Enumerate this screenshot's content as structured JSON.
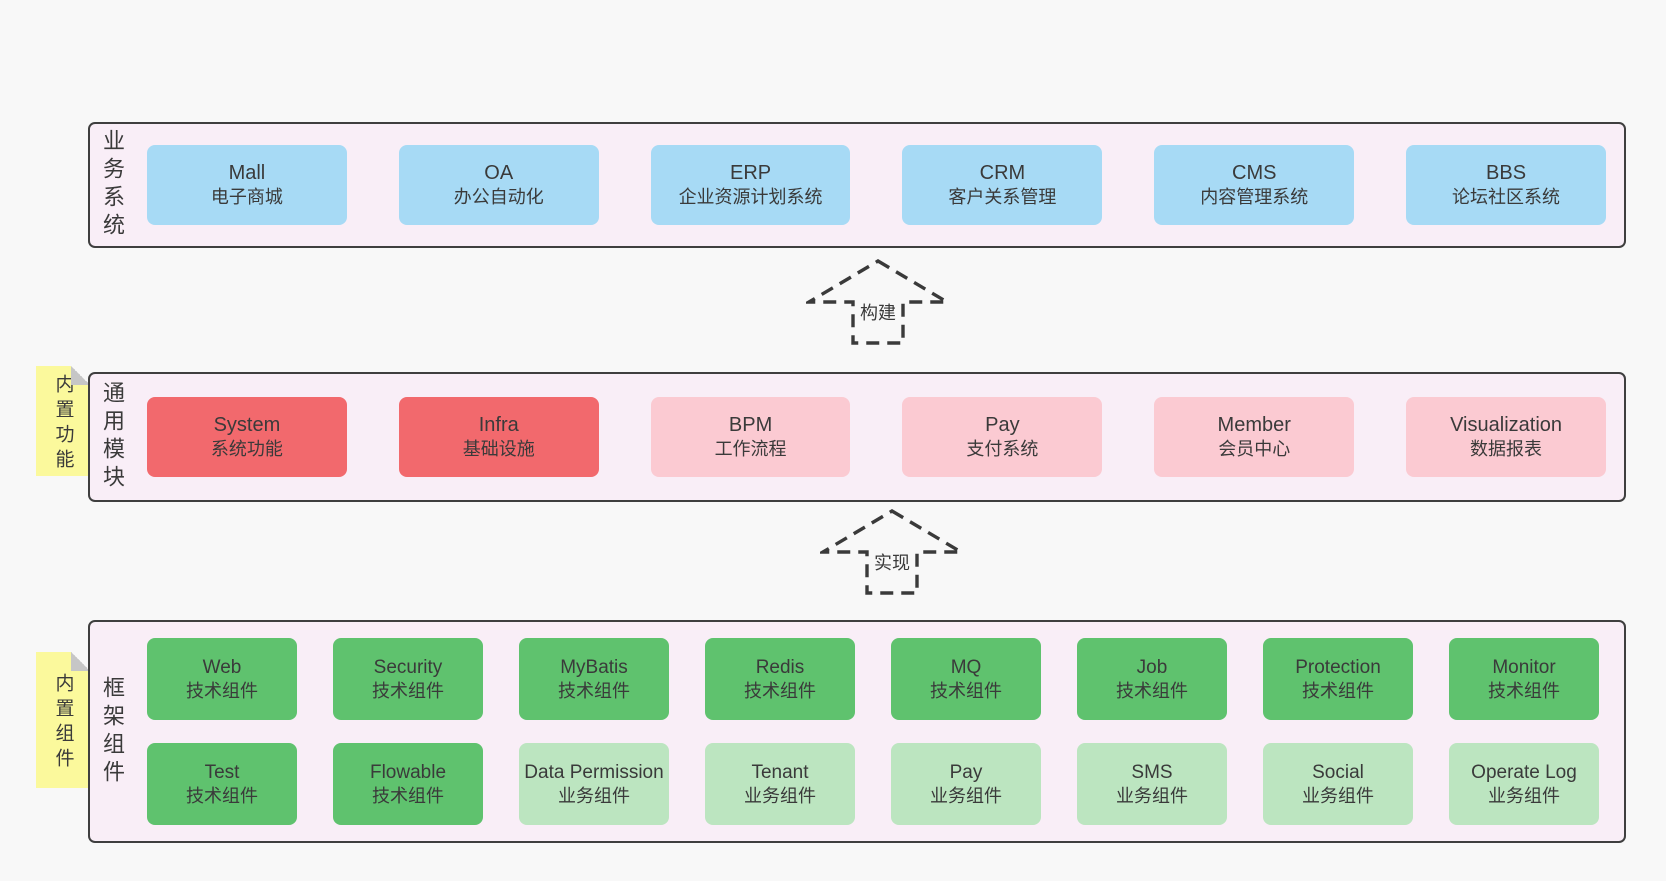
{
  "colors": {
    "page_bg": "#f8f8f8",
    "section_bg": "#f9eef7",
    "section_border": "#3f3f3f",
    "blue": "#a7daf5",
    "red": "#f2696d",
    "pink": "#fbcad2",
    "green": "#5fc26e",
    "light_green": "#bce5c0",
    "sticky_yellow": "#fbf99c",
    "sticky_fold_gray": "#c6c6c6",
    "text": "#3a3a3a"
  },
  "arrows": [
    {
      "label": "构建"
    },
    {
      "label": "实现"
    }
  ],
  "sections": [
    {
      "side_label": "业务系统",
      "sticky": "",
      "rows": [
        [
          {
            "title": "Mall",
            "subtitle": "电子商城",
            "variant": "blue"
          },
          {
            "title": "OA",
            "subtitle": "办公自动化",
            "variant": "blue"
          },
          {
            "title": "ERP",
            "subtitle": "企业资源计划系统",
            "variant": "blue"
          },
          {
            "title": "CRM",
            "subtitle": "客户关系管理",
            "variant": "blue"
          },
          {
            "title": "CMS",
            "subtitle": "内容管理系统",
            "variant": "blue"
          },
          {
            "title": "BBS",
            "subtitle": "论坛社区系统",
            "variant": "blue"
          }
        ]
      ]
    },
    {
      "side_label": "通用模块",
      "sticky": "内置功能",
      "rows": [
        [
          {
            "title": "System",
            "subtitle": "系统功能",
            "variant": "red"
          },
          {
            "title": "Infra",
            "subtitle": "基础设施",
            "variant": "red"
          },
          {
            "title": "BPM",
            "subtitle": "工作流程",
            "variant": "pink"
          },
          {
            "title": "Pay",
            "subtitle": "支付系统",
            "variant": "pink"
          },
          {
            "title": "Member",
            "subtitle": "会员中心",
            "variant": "pink"
          },
          {
            "title": "Visualization",
            "subtitle": "数据报表",
            "variant": "pink"
          }
        ]
      ]
    },
    {
      "side_label": "框架组件",
      "sticky": "内置组件",
      "rows": [
        [
          {
            "title": "Web",
            "subtitle": "技术组件",
            "variant": "green"
          },
          {
            "title": "Security",
            "subtitle": "技术组件",
            "variant": "green"
          },
          {
            "title": "MyBatis",
            "subtitle": "技术组件",
            "variant": "green"
          },
          {
            "title": "Redis",
            "subtitle": "技术组件",
            "variant": "green"
          },
          {
            "title": "MQ",
            "subtitle": "技术组件",
            "variant": "green"
          },
          {
            "title": "Job",
            "subtitle": "技术组件",
            "variant": "green"
          },
          {
            "title": "Protection",
            "subtitle": "技术组件",
            "variant": "green"
          },
          {
            "title": "Monitor",
            "subtitle": "技术组件",
            "variant": "green"
          }
        ],
        [
          {
            "title": "Test",
            "subtitle": "技术组件",
            "variant": "green"
          },
          {
            "title": "Flowable",
            "subtitle": "技术组件",
            "variant": "green"
          },
          {
            "title": "Data Permission",
            "subtitle": "业务组件",
            "variant": "light_green"
          },
          {
            "title": "Tenant",
            "subtitle": "业务组件",
            "variant": "light_green"
          },
          {
            "title": "Pay",
            "subtitle": "业务组件",
            "variant": "light_green"
          },
          {
            "title": "SMS",
            "subtitle": "业务组件",
            "variant": "light_green"
          },
          {
            "title": "Social",
            "subtitle": "业务组件",
            "variant": "light_green"
          },
          {
            "title": "Operate Log",
            "subtitle": "业务组件",
            "variant": "light_green"
          }
        ]
      ]
    }
  ]
}
